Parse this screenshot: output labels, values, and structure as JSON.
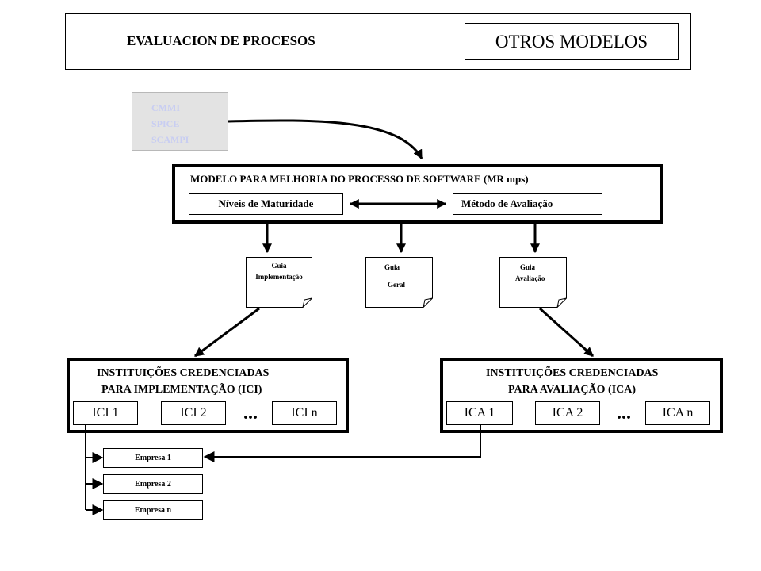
{
  "header": {
    "title": "EVALUACION DE PROCESOS",
    "other_models": "OTROS MODELOS"
  },
  "references": {
    "items": [
      "CMMI",
      "SPICE",
      "SCAMPI"
    ]
  },
  "model": {
    "title": "MODELO PARA MELHORIA DO PROCESSO DE  SOFTWARE  (MR mps)",
    "levels": "Níveis de Maturidade",
    "method": "Método de Avaliação"
  },
  "guides": {
    "implementation": [
      "Guia",
      "Implementação"
    ],
    "general": [
      "Guia",
      "Geral"
    ],
    "evaluation": [
      "Guia",
      "Avaliação"
    ]
  },
  "ici": {
    "title_line1": "INSTITUIÇÕES CREDENCIADAS",
    "title_line2": "PARA  IMPLEMENTAÇÃO  (ICI)",
    "items": [
      "ICI 1",
      "ICI 2",
      "ICI n"
    ],
    "ellipsis": "..."
  },
  "ica": {
    "title_line1": "INSTITUIÇÕES CREDENCIADAS",
    "title_line2": "PARA AVALIAÇÃO  (ICA)",
    "items": [
      "ICA 1",
      "ICA 2",
      "ICA n"
    ],
    "ellipsis": "..."
  },
  "companies": [
    "Empresa  1",
    "Empresa  2",
    "Empresa  n"
  ],
  "colors": {
    "reference_box_bg": "#e3e3e3",
    "reference_text": "#c8cdf2",
    "line": "#000000"
  }
}
